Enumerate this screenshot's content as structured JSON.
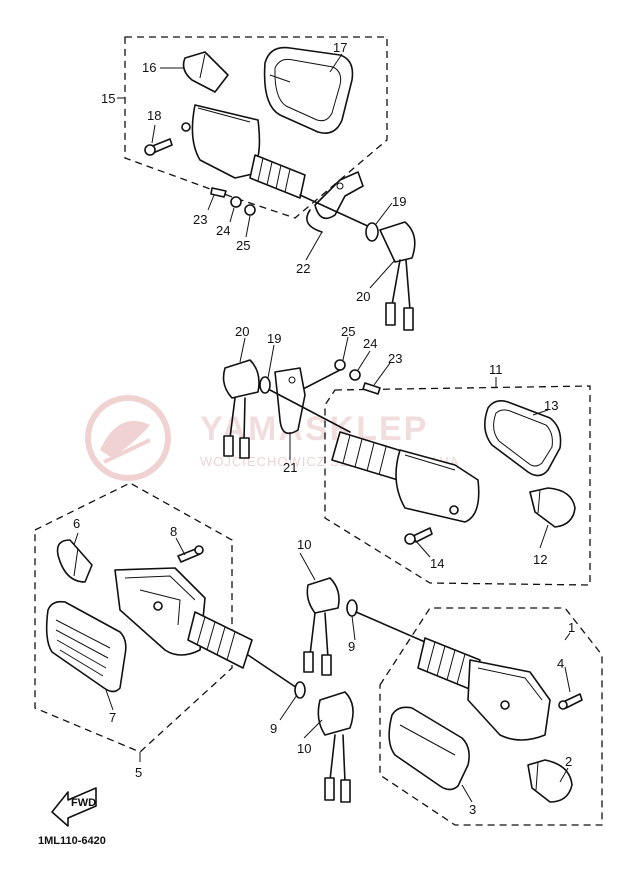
{
  "diagram": {
    "callouts": [
      "1",
      "2",
      "3",
      "4",
      "5",
      "6",
      "7",
      "8",
      "9",
      "9",
      "10",
      "10",
      "11",
      "12",
      "13",
      "14",
      "15",
      "16",
      "17",
      "18",
      "19",
      "19",
      "20",
      "20",
      "21",
      "22",
      "23",
      "23",
      "24",
      "24",
      "25",
      "25"
    ],
    "part_code": "1ML110-6420",
    "fwd_label": "FWD",
    "watermark": {
      "brand": "YAMASKLEP",
      "subtitle": "WOJCIECHOWICZ SZ GNER YAMAHA"
    }
  }
}
